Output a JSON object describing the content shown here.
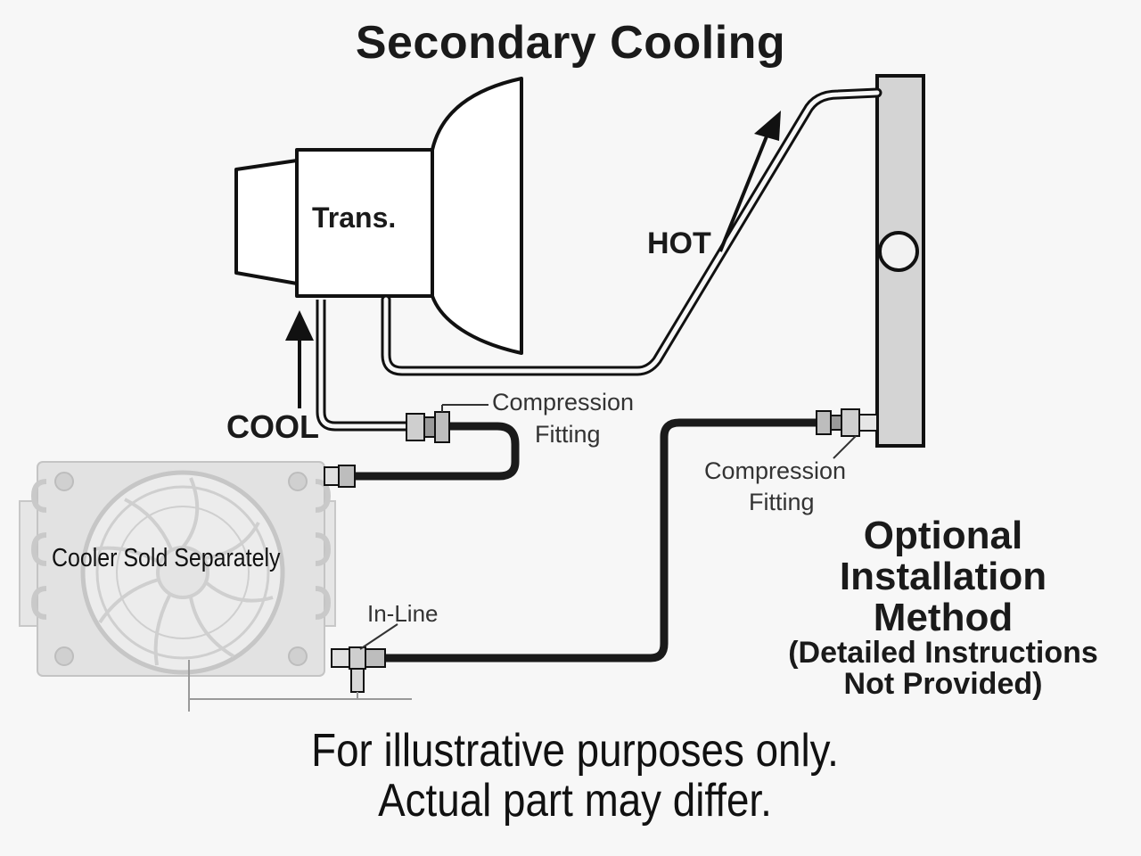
{
  "title": "Secondary Cooling",
  "labels": {
    "trans": "Trans.",
    "hot": "HOT",
    "cool": "COOL",
    "compression_fitting_top_1": "Compression",
    "compression_fitting_top_2": "Fitting",
    "compression_fitting_right_1": "Compression",
    "compression_fitting_right_2": "Fitting",
    "in_line": "In-Line",
    "cooler": "Cooler Sold Separately"
  },
  "optional_method": {
    "line1": "Optional",
    "line2": "Installation",
    "line3": "Method",
    "line4": "(Detailed Instructions",
    "line5": "Not Provided)"
  },
  "disclaimer": {
    "line1": "For illustrative purposes only.",
    "line2": "Actual part may differ."
  },
  "colors": {
    "line": "#111111",
    "hose": "#1a1a1a",
    "radiator_fill": "#d4d4d4",
    "cooler_fill": "#e2e2e2",
    "background": "#f7f7f7"
  }
}
